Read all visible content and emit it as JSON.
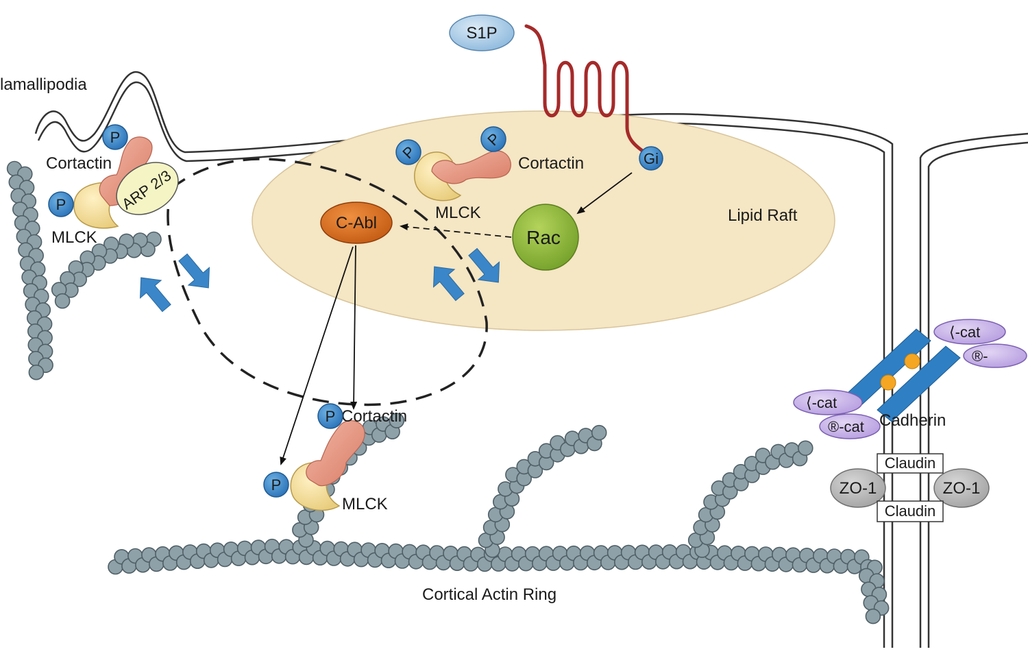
{
  "labels": {
    "s1p": "S1P",
    "lamallipodia": "lamallipodia",
    "cortactin_left": "Cortactin",
    "arp": "ARP 2/3",
    "mlck_left": "MLCK",
    "cortactin_raft": "Cortactin",
    "mlck_raft": "MLCK",
    "gi": "Gi",
    "rac": "Rac",
    "c_abl": "C-Abl",
    "lipid_raft": "Lipid Raft",
    "cortactin_bottom": "Cortactin",
    "mlck_bottom": "MLCK",
    "cortical_actin_ring": "Cortical Actin Ring",
    "alpha_cat_top": "⟨-cat",
    "beta_cat_top": "®-",
    "alpha_cat_bottom": "⟨-cat",
    "beta_cat_bottom": "®-cat",
    "cadherin": "Cadherin",
    "claudin_top": "Claudin",
    "claudin_bottom": "Claudin",
    "zo1_left": "ZO-1",
    "zo1_right": "ZO-1",
    "phospho": "P"
  },
  "colors": {
    "lipid_raft": "#f5e6c4",
    "receptor": "#a52a2a",
    "c_abl": "#d2691e",
    "rac": "#8cb33a",
    "phospho": "#3a86c8",
    "s1p": "#9cc4e4",
    "actin": "#8fa1a8",
    "cortactin": "#e8a08e",
    "mlck": "#f3dc98",
    "arp": "#f4f4c4",
    "cadherin": "#2f7fc4",
    "catenin": "#c9b3e8",
    "zo1": "#bdbdbd",
    "arrow_block": "#3a86c8"
  }
}
